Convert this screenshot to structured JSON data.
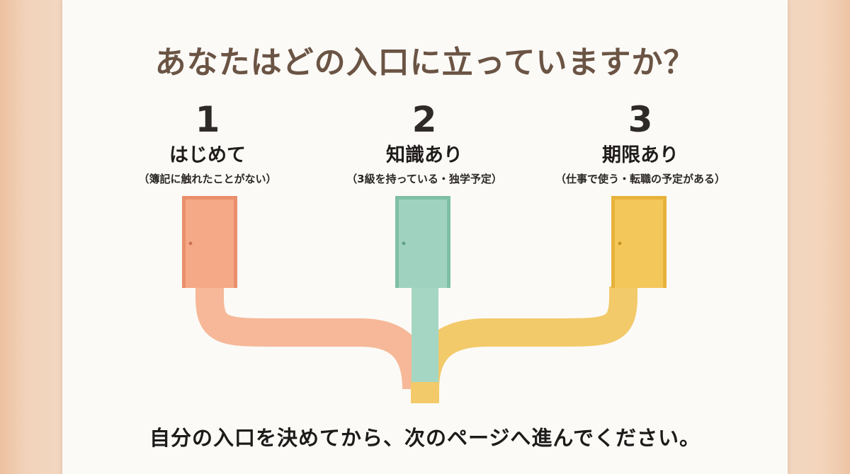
{
  "title": "あなたはどの入口に立っていますか？",
  "entrances": [
    {
      "number": "1",
      "label": "はじめて",
      "detail": "（簿記に触れたことがない）",
      "color": "#f6a987",
      "frame_color": "#e98f6c",
      "icon": "door-icon"
    },
    {
      "number": "2",
      "label": "知識あり",
      "detail": "（3級を持っている・独学予定）",
      "color": "#9fd3c0",
      "frame_color": "#7fbfa8",
      "icon": "door-icon"
    },
    {
      "number": "3",
      "label": "期限あり",
      "detail": "（仕事で使う・転職の予定がある）",
      "color": "#f3c75a",
      "frame_color": "#e7b23b",
      "icon": "door-icon"
    }
  ],
  "footer": "自分の入口を決めてから、次のページへ進んでください。"
}
